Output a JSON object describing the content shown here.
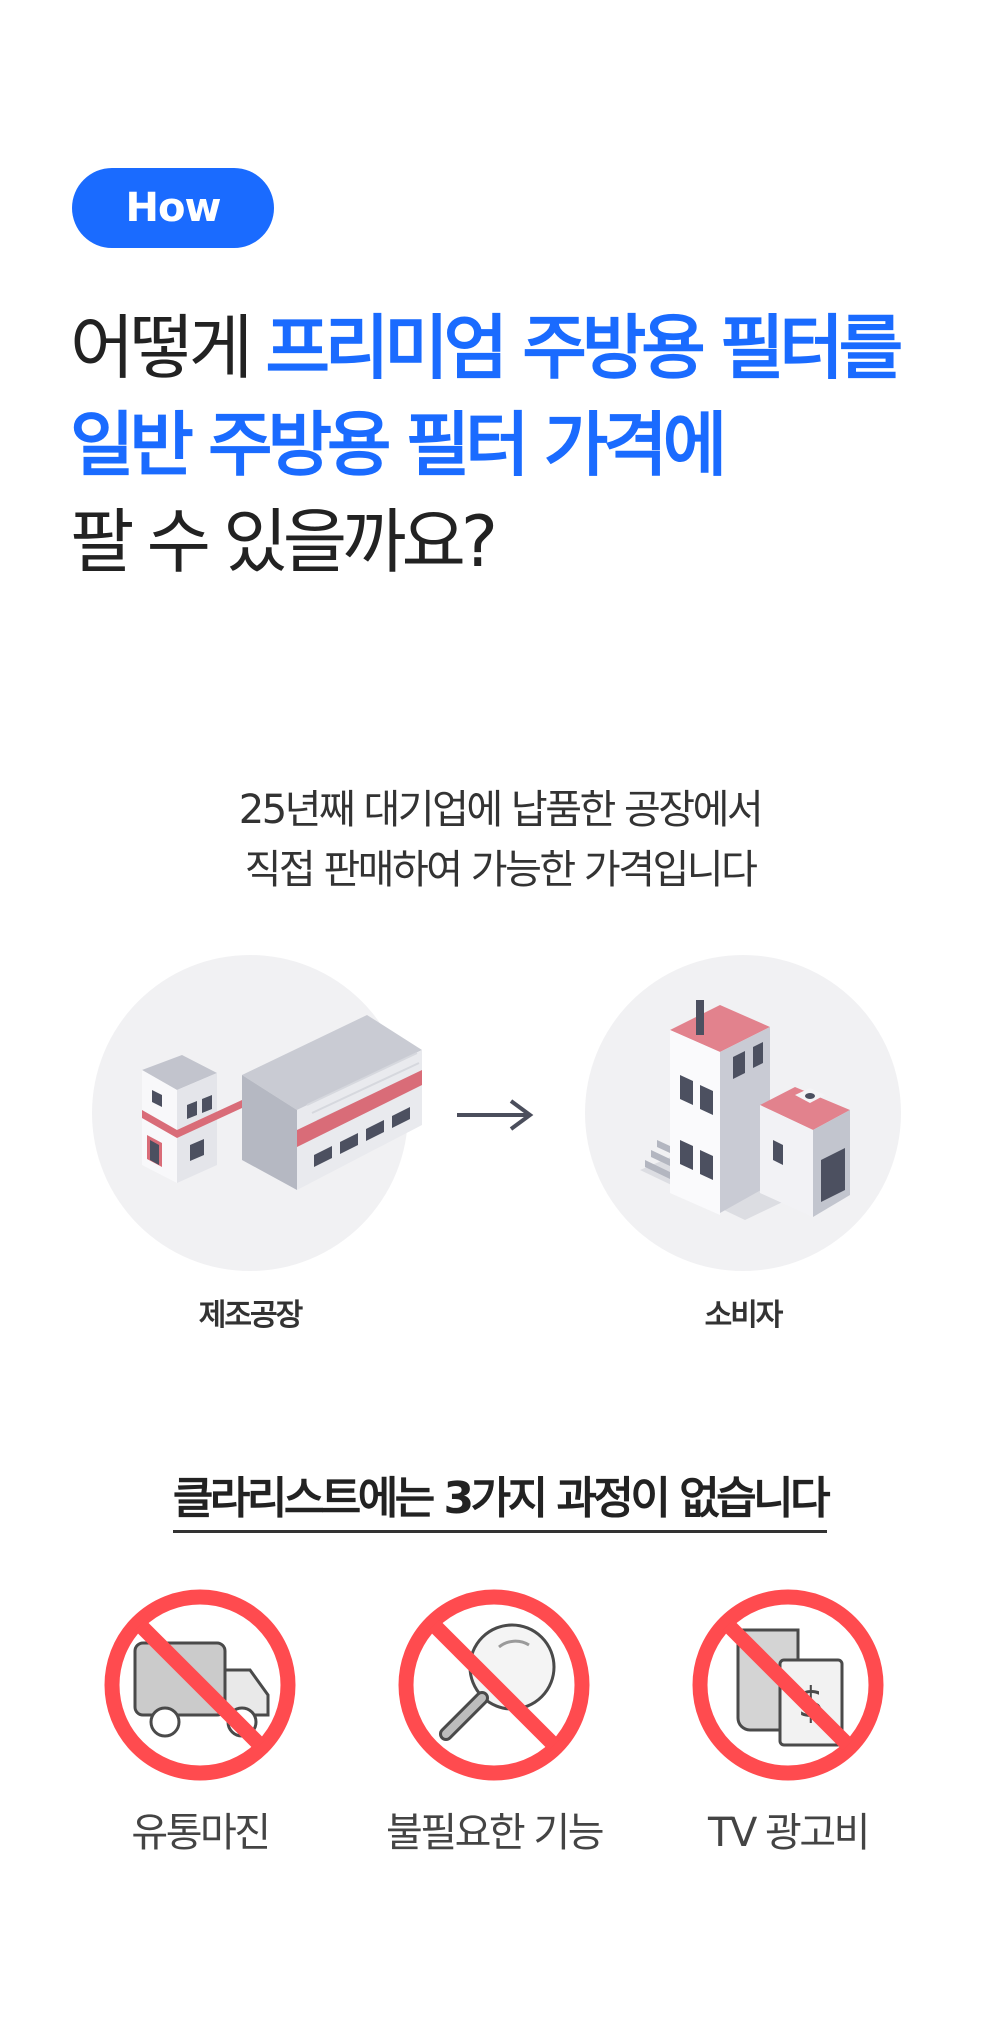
{
  "badge": {
    "label": "How"
  },
  "headline": {
    "line1_prefix": "어떻게 ",
    "line1_highlight": "프리미엄 주방용 필터를",
    "line2_highlight": "일반 주방용 필터 가격에",
    "line3": "팔 수 있을까요?"
  },
  "subtitle": {
    "line1": "25년째 대기업에 납품한 공장에서",
    "line2": "직접 판매하여 가능한 가격입니다"
  },
  "flow": {
    "from_label": "제조공장",
    "to_label": "소비자",
    "from_icon": "factory-icon",
    "to_icon": "house-icon",
    "arrow_icon": "arrow-right-icon"
  },
  "section": {
    "title": "클라리스트에는 3가지 과정이 없습니다"
  },
  "no_items": [
    {
      "label": "유통마진",
      "icon": "delivery-truck-icon"
    },
    {
      "label": "불필요한 기능",
      "icon": "magnifier-icon"
    },
    {
      "label": "TV 광고비",
      "icon": "receipt-money-icon"
    }
  ],
  "colors": {
    "accent": "#1a6bff",
    "prohibit": "#ff4b4f",
    "text": "#222222",
    "circle_bg": "#f1f1f3"
  }
}
